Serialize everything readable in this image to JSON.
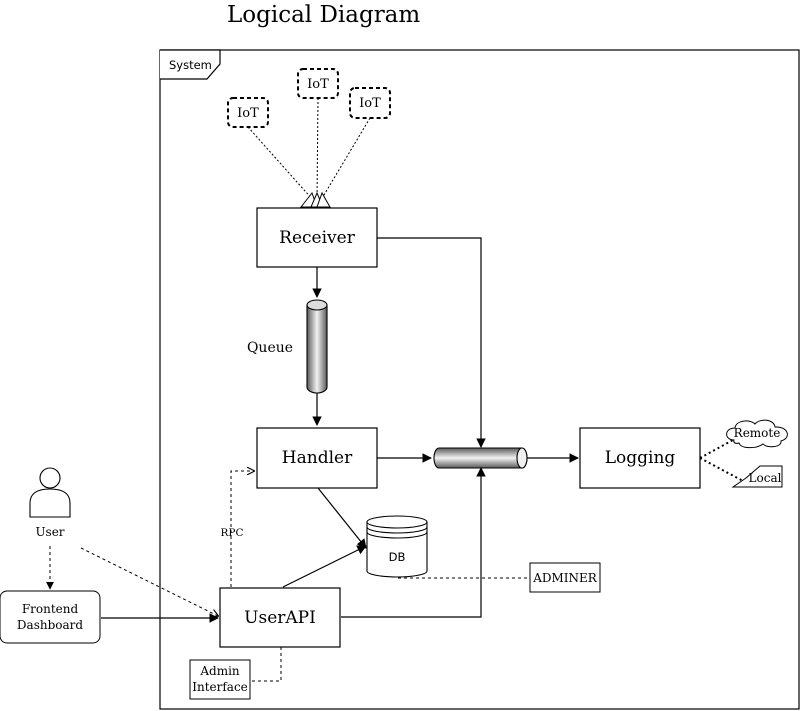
{
  "title": "Logical Diagram",
  "frame": {
    "label": "System"
  },
  "nodes": {
    "iot_left": "IoT",
    "iot_center": "IoT",
    "iot_right": "IoT",
    "receiver": "Receiver",
    "queue": "Queue",
    "handler": "Handler",
    "logging": "Logging",
    "remote": "Remote",
    "local": "Local",
    "user": "User",
    "frontend_line1": "Frontend",
    "frontend_line2": "Dashboard",
    "rpc": "RPC",
    "db": "DB",
    "adminer": "ADMINER",
    "userapi": "UserAPI",
    "admin_line1": "Admin",
    "admin_line2": "Interface"
  }
}
